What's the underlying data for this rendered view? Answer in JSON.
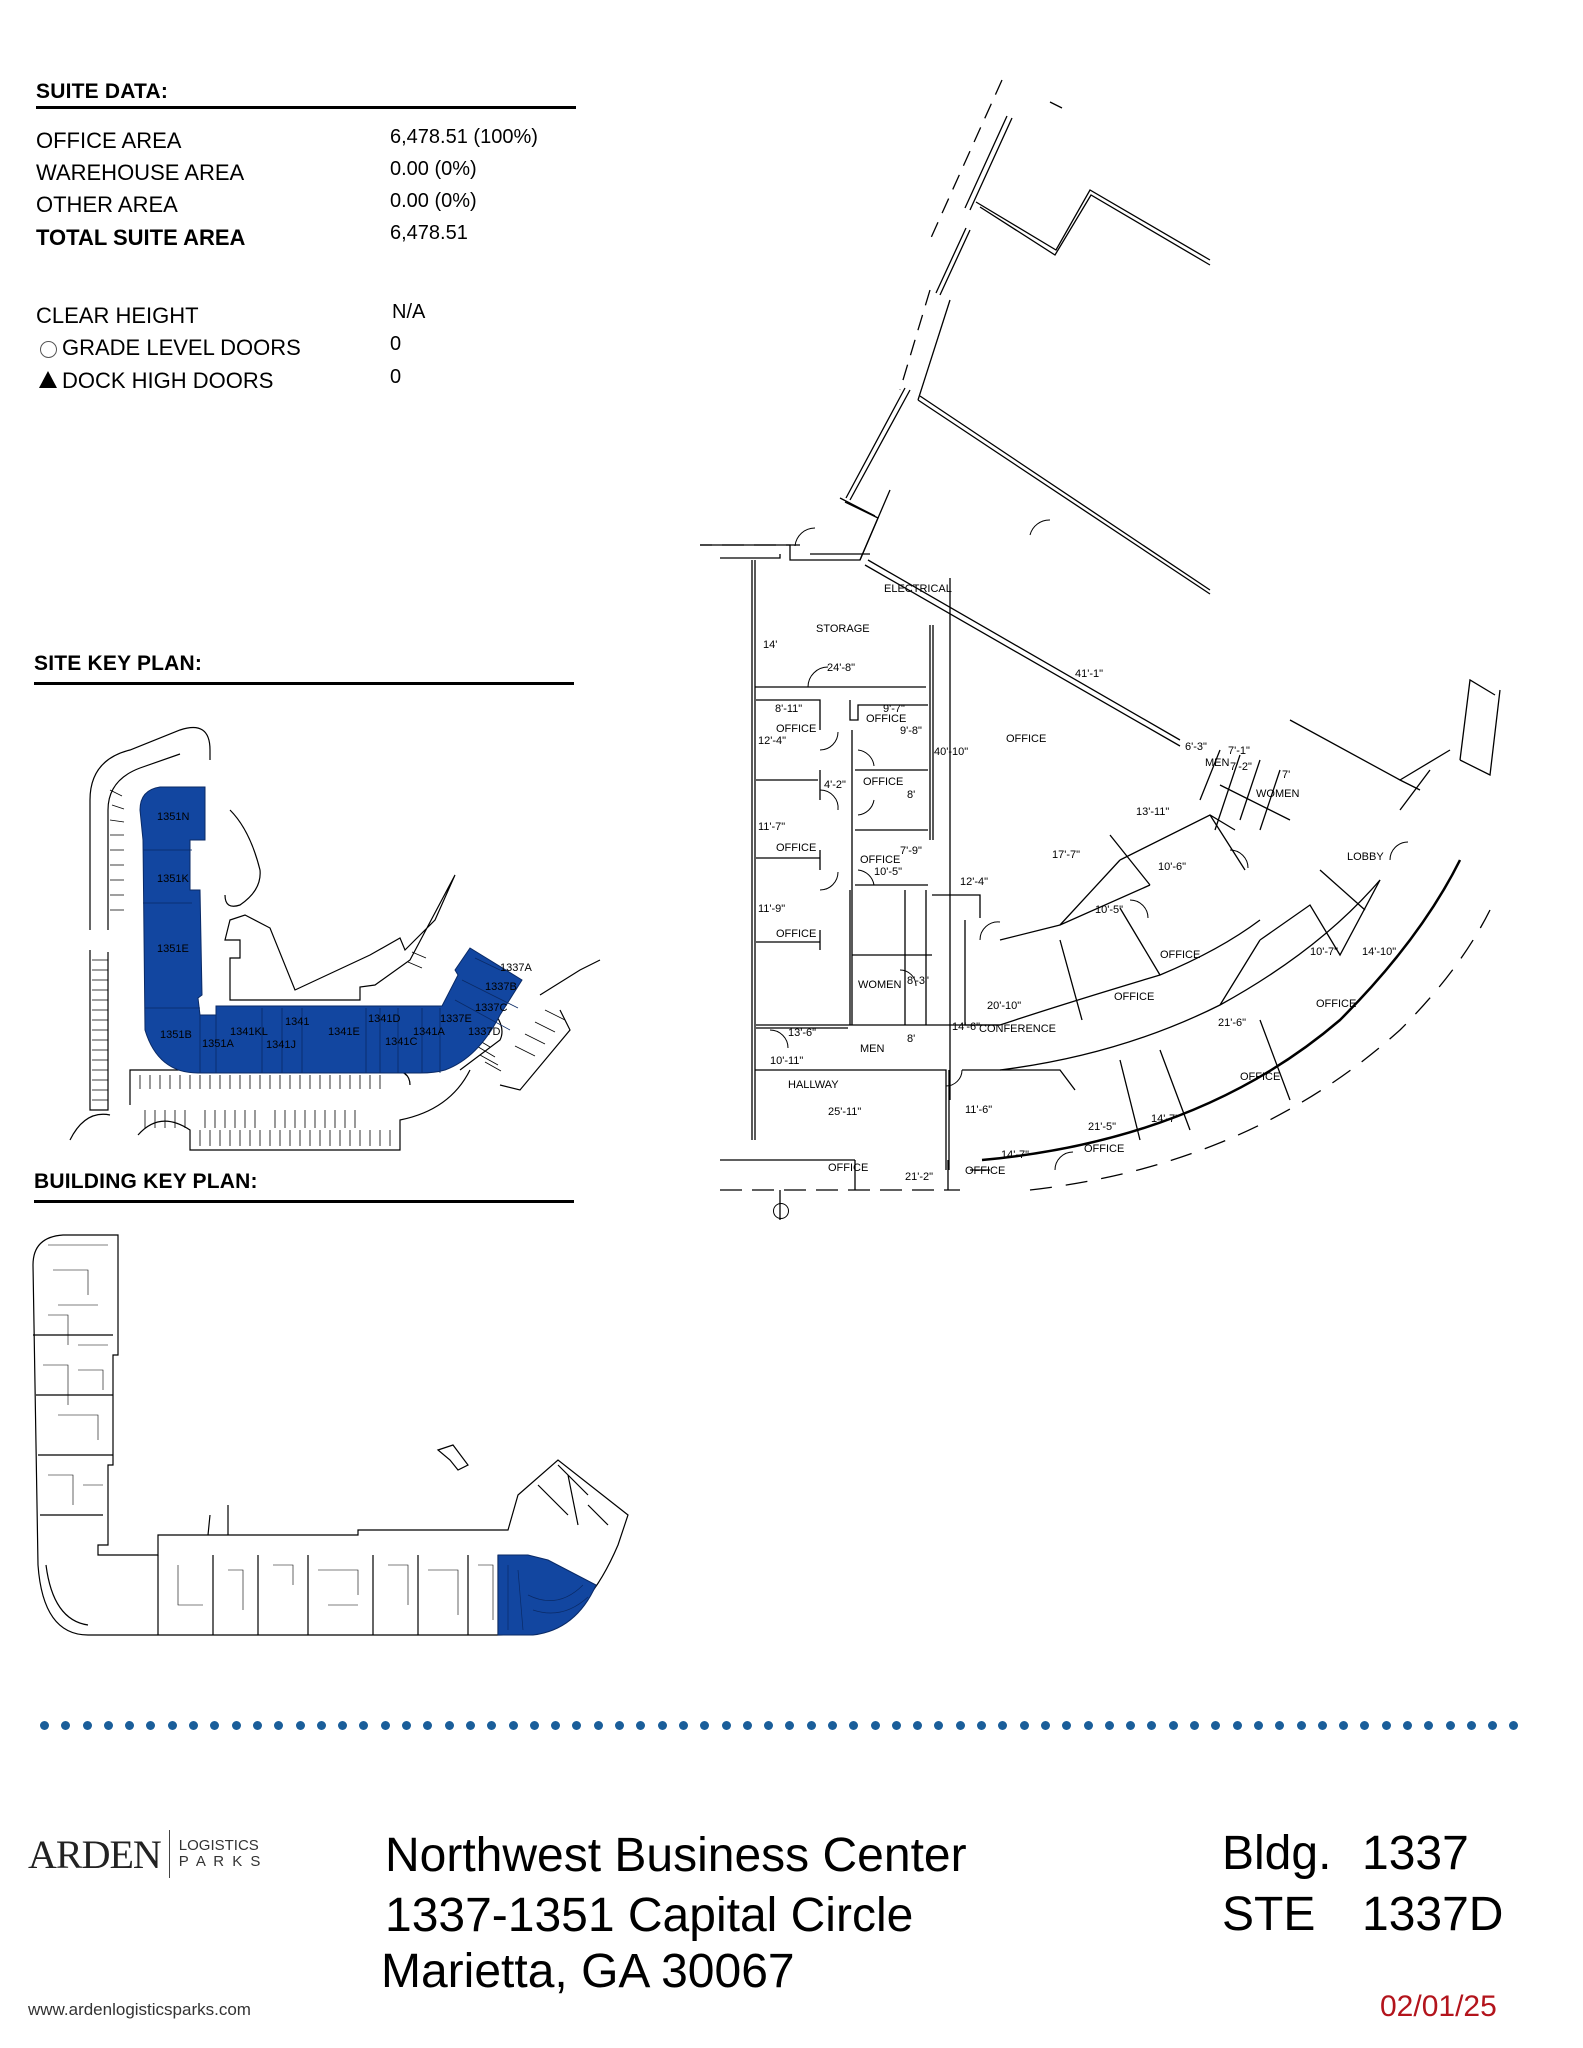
{
  "suite_data": {
    "title": "SUITE DATA:",
    "rows": [
      {
        "label": "OFFICE AREA",
        "value": "6,478.51 (100%)",
        "bold": false
      },
      {
        "label": "WAREHOUSE AREA",
        "value": "0.00 (0%)",
        "bold": false
      },
      {
        "label": "OTHER AREA",
        "value": "0.00 (0%)",
        "bold": false
      },
      {
        "label": "TOTAL SUITE AREA",
        "value": "6,478.51",
        "bold": true
      }
    ],
    "clear_height": {
      "label": "CLEAR HEIGHT",
      "value": "N/A"
    },
    "grade_doors": {
      "icon": "circle-icon",
      "label": "GRADE LEVEL DOORS",
      "value": "0"
    },
    "dock_doors": {
      "icon": "triangle-icon",
      "label": "DOCK HIGH DOORS",
      "value": "0"
    }
  },
  "site_key_plan": {
    "title": "SITE KEY PLAN:",
    "highlight_color": "#1246a0",
    "suites": [
      "1351N",
      "1351K",
      "1351E",
      "1351B",
      "1351A",
      "1341KL",
      "1341J",
      "1341I",
      "1341E",
      "1341D",
      "1341C",
      "1341A",
      "1337E",
      "1337D",
      "1337C",
      "1337B",
      "1337A"
    ]
  },
  "building_key_plan": {
    "title": "BUILDING KEY PLAN:",
    "highlight_color": "#1246a0"
  },
  "floor_plan": {
    "rooms": {
      "electrical": "ELECTRICAL",
      "storage": "STORAGE",
      "office": "OFFICE",
      "women": "WOMEN",
      "men": "MEN",
      "conference": "CONFERENCE",
      "hallway": "HALLWAY",
      "lobby": "LOBBY"
    },
    "dimensions": {
      "d14": "14'",
      "d24_8": "24'-8\"",
      "d41_1": "41'-1\"",
      "d8_11": "8'-11\"",
      "d12_4a": "12'-4\"",
      "d9_7": "9'-7\"",
      "d9_8": "9'-8\"",
      "d40_10": "40'-10\"",
      "d4_2": "4'-2\"",
      "d8": "8'",
      "d11_7": "11'-7\"",
      "d7_9": "7'-9\"",
      "d10_5a": "10'-5\"",
      "d11_9": "11'-9\"",
      "d8_3": "8'-3\"",
      "d12_4b": "12'-4\"",
      "d20_10": "20'-10\"",
      "d14_6": "14'-6\"",
      "d13_6": "13'-6\"",
      "d8b": "8'",
      "d10_11": "10'-11\"",
      "d25_11": "25'-11\"",
      "d21_2": "21'-2\"",
      "d11_6": "11'-6\"",
      "d14_7a": "14'-7\"",
      "d21_5": "21'-5\"",
      "d14_7b": "14'-7\"",
      "d21_6": "21'-6\"",
      "d10_7": "10'-7\"",
      "d14_10": "14'-10\"",
      "d10_5b": "10'-5\"",
      "d10_6": "10'-6\"",
      "d17_7": "17'-7\"",
      "d13_11": "13'-11\"",
      "d6_3": "6'-3\"",
      "d7_1": "7'-1\"",
      "d7_2": "7'-2\"",
      "d7": "7'"
    }
  },
  "footer": {
    "dot_color": "#1a5e9a",
    "logo": {
      "brand": "ARDEN",
      "line1": "LOGISTICS",
      "line2": "P A R K S"
    },
    "website": "www.ardenlogisticsparks.com",
    "property_name": "Northwest Business Center",
    "address_line1": "1337-1351 Capital Circle",
    "address_line2": "Marietta, GA 30067",
    "building_label": "Bldg.",
    "building_number": "1337",
    "suite_label": "STE",
    "suite_number": "1337D",
    "date": "02/01/25",
    "date_color": "#b3141c"
  }
}
